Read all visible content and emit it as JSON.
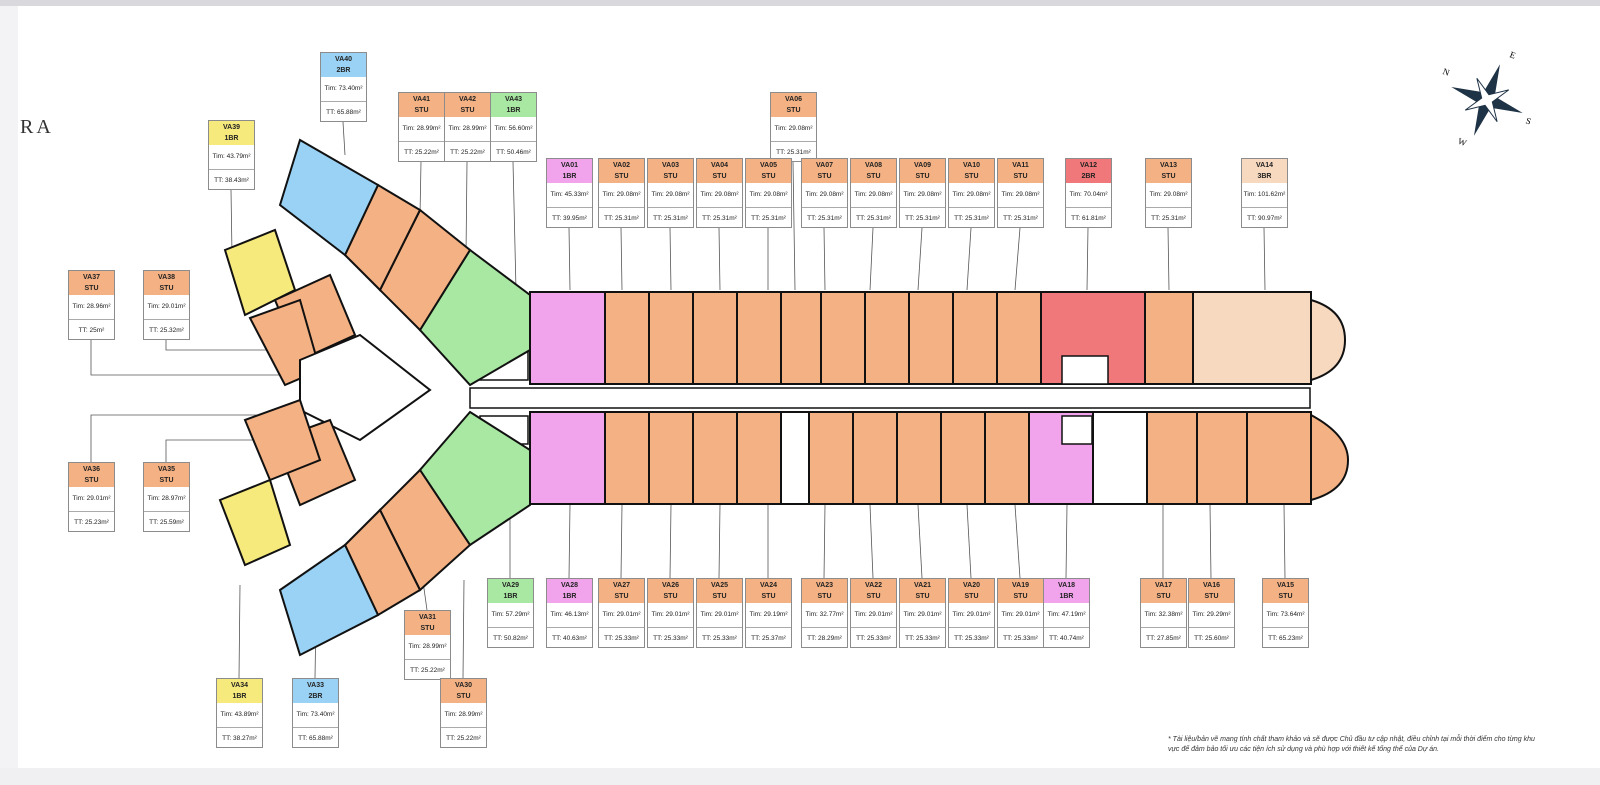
{
  "brand": "RA",
  "footnote": "* Tài liệu/bản vẽ mang tính chất tham khảo và sẽ được Chủ đầu tư cập nhật, điều chỉnh tại mỗi thời điểm cho từng khu vực để đảm bảo tối ưu các tiện ích sử dụng và phù hợp với thiết kế tổng thể của Dự án.",
  "compass": {
    "n": "N",
    "e": "E",
    "s": "S",
    "w": "W"
  },
  "colors": {
    "STU": "#f4b183",
    "1BR-pink": "#f1a4ec",
    "1BR-green": "#a8e8a2",
    "1BR-yellow": "#f7ea7c",
    "2BR-blue": "#9ad2f5",
    "2BR-red": "#f0777a",
    "3BR": "#f6d9bf"
  },
  "units": [
    {
      "code": "VA40",
      "type": "2BR",
      "tim": "Tim: 73.40m²",
      "tt": "TT: 65.88m²",
      "color": "2BR-blue"
    },
    {
      "code": "VA39",
      "type": "1BR",
      "tim": "Tim: 43.79m²",
      "tt": "TT: 38.43m²",
      "color": "1BR-yellow"
    },
    {
      "code": "VA41",
      "type": "STU",
      "tim": "Tim: 28.99m²",
      "tt": "TT: 25.22m²",
      "color": "STU"
    },
    {
      "code": "VA42",
      "type": "STU",
      "tim": "Tim: 28.99m²",
      "tt": "TT: 25.22m²",
      "color": "STU"
    },
    {
      "code": "VA43",
      "type": "1BR",
      "tim": "Tim: 56.60m²",
      "tt": "TT: 50.46m²",
      "color": "1BR-green"
    },
    {
      "code": "VA06",
      "type": "STU",
      "tim": "Tim: 29.08m²",
      "tt": "TT: 25.31m²",
      "color": "STU"
    },
    {
      "code": "VA01",
      "type": "1BR",
      "tim": "Tim: 45.33m²",
      "tt": "TT: 39.95m²",
      "color": "1BR-pink"
    },
    {
      "code": "VA02",
      "type": "STU",
      "tim": "Tim: 29.08m²",
      "tt": "TT: 25.31m²",
      "color": "STU"
    },
    {
      "code": "VA03",
      "type": "STU",
      "tim": "Tim: 29.08m²",
      "tt": "TT: 25.31m²",
      "color": "STU"
    },
    {
      "code": "VA04",
      "type": "STU",
      "tim": "Tim: 29.08m²",
      "tt": "TT: 25.31m²",
      "color": "STU"
    },
    {
      "code": "VA05",
      "type": "STU",
      "tim": "Tim: 29.08m²",
      "tt": "TT: 25.31m²",
      "color": "STU"
    },
    {
      "code": "VA07",
      "type": "STU",
      "tim": "Tim: 29.08m²",
      "tt": "TT: 25.31m²",
      "color": "STU"
    },
    {
      "code": "VA08",
      "type": "STU",
      "tim": "Tim: 29.08m²",
      "tt": "TT: 25.31m²",
      "color": "STU"
    },
    {
      "code": "VA09",
      "type": "STU",
      "tim": "Tim: 29.08m²",
      "tt": "TT: 25.31m²",
      "color": "STU"
    },
    {
      "code": "VA10",
      "type": "STU",
      "tim": "Tim: 29.08m²",
      "tt": "TT: 25.31m²",
      "color": "STU"
    },
    {
      "code": "VA11",
      "type": "STU",
      "tim": "Tim: 29.08m²",
      "tt": "TT: 25.31m²",
      "color": "STU"
    },
    {
      "code": "VA12",
      "type": "2BR",
      "tim": "Tim: 70.04m²",
      "tt": "TT: 61.81m²",
      "color": "2BR-red"
    },
    {
      "code": "VA13",
      "type": "STU",
      "tim": "Tim: 29.08m²",
      "tt": "TT: 25.31m²",
      "color": "STU"
    },
    {
      "code": "VA14",
      "type": "3BR",
      "tim": "Tim: 101.62m²",
      "tt": "TT: 90.97m²",
      "color": "3BR"
    },
    {
      "code": "VA37",
      "type": "STU",
      "tim": "Tim: 28.96m²",
      "tt": "TT: 25m²",
      "color": "STU"
    },
    {
      "code": "VA38",
      "type": "STU",
      "tim": "Tim: 29.01m²",
      "tt": "TT: 25.32m²",
      "color": "STU"
    },
    {
      "code": "VA36",
      "type": "STU",
      "tim": "Tim: 29.01m²",
      "tt": "TT: 25.23m²",
      "color": "STU"
    },
    {
      "code": "VA35",
      "type": "STU",
      "tim": "Tim: 28.97m²",
      "tt": "TT: 25.59m²",
      "color": "STU"
    },
    {
      "code": "VA29",
      "type": "1BR",
      "tim": "Tim: 57.29m²",
      "tt": "TT: 50.82m²",
      "color": "1BR-green"
    },
    {
      "code": "VA28",
      "type": "1BR",
      "tim": "Tim: 46.13m²",
      "tt": "TT: 40.63m²",
      "color": "1BR-pink"
    },
    {
      "code": "VA27",
      "type": "STU",
      "tim": "Tim: 29.01m²",
      "tt": "TT: 25.33m²",
      "color": "STU"
    },
    {
      "code": "VA26",
      "type": "STU",
      "tim": "Tim: 29.01m²",
      "tt": "TT: 25.33m²",
      "color": "STU"
    },
    {
      "code": "VA25",
      "type": "STU",
      "tim": "Tim: 29.01m²",
      "tt": "TT: 25.33m²",
      "color": "STU"
    },
    {
      "code": "VA24",
      "type": "STU",
      "tim": "Tim: 29.19m²",
      "tt": "TT: 25.37m²",
      "color": "STU"
    },
    {
      "code": "VA23",
      "type": "STU",
      "tim": "Tim: 32.77m²",
      "tt": "TT: 28.29m²",
      "color": "STU"
    },
    {
      "code": "VA22",
      "type": "STU",
      "tim": "Tim: 29.01m²",
      "tt": "TT: 25.33m²",
      "color": "STU"
    },
    {
      "code": "VA21",
      "type": "STU",
      "tim": "Tim: 29.01m²",
      "tt": "TT: 25.33m²",
      "color": "STU"
    },
    {
      "code": "VA20",
      "type": "STU",
      "tim": "Tim: 29.01m²",
      "tt": "TT: 25.33m²",
      "color": "STU"
    },
    {
      "code": "VA19",
      "type": "STU",
      "tim": "Tim: 29.01m²",
      "tt": "TT: 25.33m²",
      "color": "STU"
    },
    {
      "code": "VA18",
      "type": "1BR",
      "tim": "Tim: 47.19m²",
      "tt": "TT: 40.74m²",
      "color": "1BR-pink"
    },
    {
      "code": "VA17",
      "type": "STU",
      "tim": "Tim: 32.38m²",
      "tt": "TT: 27.85m²",
      "color": "STU"
    },
    {
      "code": "VA16",
      "type": "STU",
      "tim": "Tim: 29.29m²",
      "tt": "TT: 25.60m²",
      "color": "STU"
    },
    {
      "code": "VA15",
      "type": "STU",
      "tim": "Tim: 73.64m²",
      "tt": "TT: 65.23m²",
      "color": "STU"
    },
    {
      "code": "VA31",
      "type": "STU",
      "tim": "Tim: 28.99m²",
      "tt": "TT: 25.22m²",
      "color": "STU"
    },
    {
      "code": "VA34",
      "type": "1BR",
      "tim": "Tim: 43.89m²",
      "tt": "TT: 38.27m²",
      "color": "1BR-yellow"
    },
    {
      "code": "VA33",
      "type": "2BR",
      "tim": "Tim: 73.40m²",
      "tt": "TT: 65.88m²",
      "color": "2BR-blue"
    },
    {
      "code": "VA30",
      "type": "STU",
      "tim": "Tim: 28.99m²",
      "tt": "TT: 25.22m²",
      "color": "STU"
    }
  ]
}
